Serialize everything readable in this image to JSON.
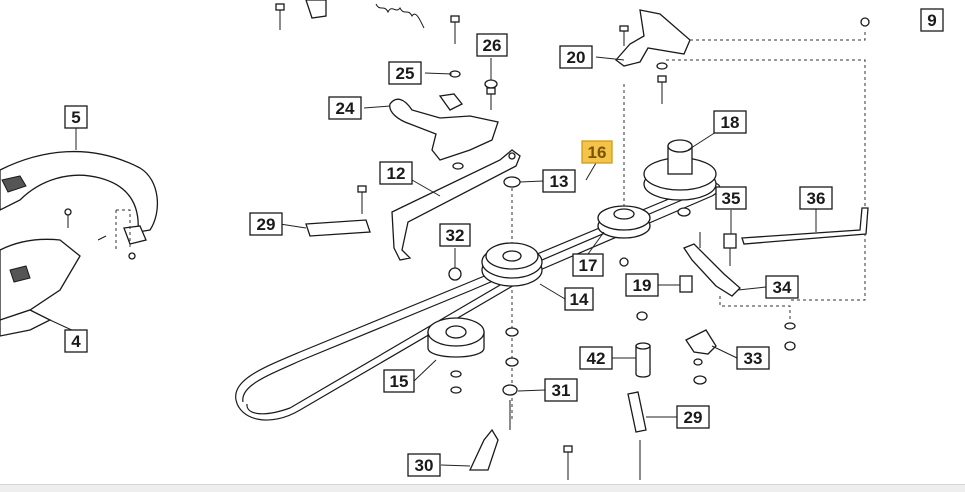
{
  "callouts": [
    {
      "label": "9"
    },
    {
      "label": "5"
    },
    {
      "label": "4"
    },
    {
      "label": "26"
    },
    {
      "label": "25"
    },
    {
      "label": "20"
    },
    {
      "label": "24"
    },
    {
      "label": "18"
    },
    {
      "label": "16",
      "highlighted": true
    },
    {
      "label": "12"
    },
    {
      "label": "13"
    },
    {
      "label": "35"
    },
    {
      "label": "36"
    },
    {
      "label": "29"
    },
    {
      "label": "32"
    },
    {
      "label": "17"
    },
    {
      "label": "19"
    },
    {
      "label": "34"
    },
    {
      "label": "14"
    },
    {
      "label": "33"
    },
    {
      "label": "42"
    },
    {
      "label": "15"
    },
    {
      "label": "31"
    },
    {
      "label": "29"
    },
    {
      "label": "30"
    }
  ],
  "colors": {
    "highlight_fill": "#f3c34a",
    "line": "#1a1a1a",
    "background": "#ffffff"
  }
}
